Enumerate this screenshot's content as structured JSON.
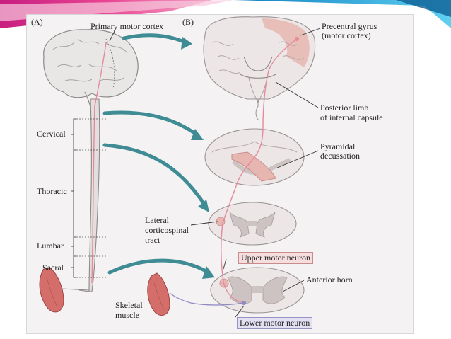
{
  "panels": {
    "a": "(A)",
    "b": "(B)"
  },
  "labels": {
    "primary_motor_cortex": "Primary motor cortex",
    "precentral_gyrus": "Precentral gyrus",
    "motor_cortex": "(motor cortex)",
    "posterior_limb": "Posterior limb",
    "internal_capsule": "of internal  capsule",
    "pyramidal": "Pyramidal",
    "decussation": "decussation",
    "lateral": "Lateral",
    "corticospinal": "corticospinal",
    "tract": "tract",
    "anterior_horn": "Anterior horn",
    "skeletal": "Skeletal",
    "muscle": "muscle",
    "cervical": "Cervical",
    "thoracic": "Thoracic",
    "lumbar": "Lumbar",
    "sacral": "Sacral",
    "upper_motor_neuron": "Upper motor neuron",
    "lower_motor_neuron": "Lower motor neuron"
  },
  "colors": {
    "arrow": "#3f8c95",
    "pathway": "#e58a9c",
    "cortex_highlight": "#e7b6b0",
    "tissue": "#ece6e6",
    "grey_matter": "#cdc3c3",
    "muscle": "#d46e6a",
    "banner_magenta": "#e2187c",
    "banner_blue": "#1aa2d6"
  }
}
